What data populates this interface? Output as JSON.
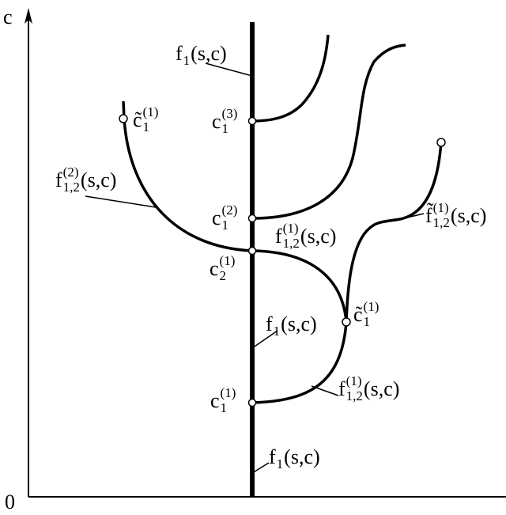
{
  "axes": {
    "y_label": "c",
    "origin_label": "0"
  },
  "labels": {
    "f1_top": {
      "base": "f",
      "sub": "1",
      "rest": "(s,c)"
    },
    "f1_mid": {
      "base": "f",
      "sub": "1",
      "rest": "(s,c)"
    },
    "f1_bottom": {
      "base": "f",
      "sub": "1",
      "rest": "(s,c)"
    },
    "c13": {
      "base": "c",
      "sub": "1",
      "sup": "(3)"
    },
    "c12": {
      "base": "c",
      "sub": "1",
      "sup": "(2)"
    },
    "c21": {
      "base": "c",
      "sub": "2",
      "sup": "(1)"
    },
    "c11": {
      "base": "c",
      "sub": "1",
      "sup": "(1)"
    },
    "ctilde_left": {
      "base": "c̃",
      "sub": "1",
      "sup": "(1)"
    },
    "ctilde_right": {
      "base": "c̃",
      "sub": "1",
      "sup": "(1)"
    },
    "f122_left": {
      "base": "f",
      "sub": "1,2",
      "sup": "(2)",
      "rest": "(s,c)"
    },
    "f121_center": {
      "base": "f",
      "sub": "1,2",
      "sup": "(1)",
      "rest": "(s,c)"
    },
    "f121_bottom": {
      "base": "f",
      "sub": "1,2",
      "sup": "(1)",
      "rest": "(s,c)"
    },
    "f121_tilde_right": {
      "base": "f̃",
      "sub": "1,2",
      "sup": "(1)",
      "rest": "(s,c)"
    }
  },
  "colors": {
    "ink": "#000000",
    "background": "#ffffff"
  }
}
